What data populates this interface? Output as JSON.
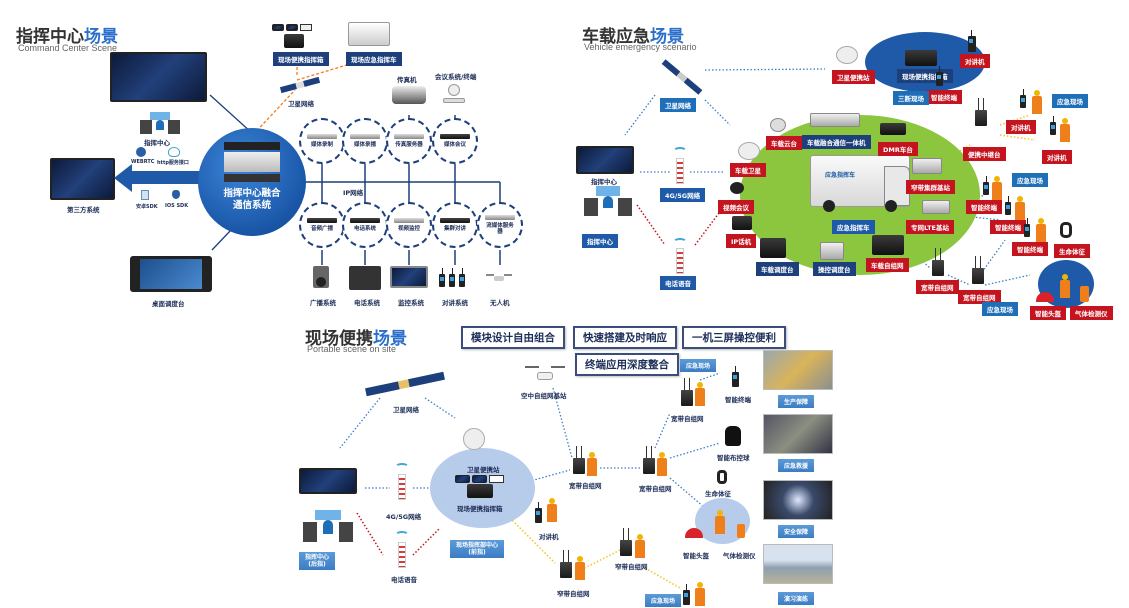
{
  "command_center": {
    "title_main": "指挥中心",
    "title_highlight": "场景",
    "subtitle": "Command Center Scene",
    "core_system": "指挥中心融合\n通信系统",
    "core_line1": "指挥中心融合",
    "core_line2": "通信系统",
    "labels": {
      "command_center": "指挥中心",
      "third_party": "第三方系统",
      "desktop_console": "桌面调度台",
      "satellite_network": "卫星网络",
      "ip_network": "IP网络",
      "fax": "传真机",
      "conference_terminal": "会议系统/终端"
    },
    "top_devices": [
      "现场便携指挥箱",
      "现场应急指挥车"
    ],
    "interfaces": [
      "WEBRTC",
      "http服务接口",
      "安卓SDK",
      "IOS SDK"
    ],
    "upper_modules": [
      "媒体录制",
      "媒体录播",
      "传真服务器",
      "媒体会议"
    ],
    "lower_modules": [
      "音频广播",
      "电话系统",
      "视频监控",
      "集群对讲",
      "流媒体\n服务器"
    ],
    "lower_modules_display": [
      "音频广播",
      "电话系统",
      "视频监控",
      "集群对讲",
      "流媒体服务器"
    ],
    "endpoints": [
      "广播系统",
      "电话系统",
      "监控系统",
      "对讲系统",
      "无人机"
    ]
  },
  "vehicle": {
    "title_main": "车载应急",
    "title_highlight": "场景",
    "subtitle": "Vehicle emergency scenario",
    "satellite_network": "卫星网络",
    "command_center_top": "指挥中心",
    "command_center_bottom": "指挥中心",
    "network_4g5g": "4G/5G网络",
    "phone_voice": "电话语音",
    "vehicle_name": "应急指挥车",
    "vehicle_parts": [
      "车载云台",
      "车载融合通信一体机",
      "DMR车台",
      "车载卫星",
      "视频会议",
      "IP话机",
      "车载调度台",
      "操控调度台",
      "车载自组网",
      "窄带集群基站",
      "专网LTE基站"
    ],
    "portable_site": {
      "satellite_station": "卫星便携站",
      "command_box": "现场便携指挥箱",
      "walkie_talkie": "对讲机",
      "smart_terminal": "智能终端",
      "site_label": "三断现场"
    },
    "right_nodes": {
      "relay": "便携中继台",
      "walkie_talkie_a": "对讲机",
      "walkie_talkie_b": "对讲机",
      "scene_a": "应急现场",
      "scene_b": "应急现场",
      "scene_c": "应急现场",
      "smart_terminals": [
        "智能终端",
        "智能终端",
        "智能终端"
      ],
      "broadband_mesh": [
        "宽带自组网",
        "宽带自组网"
      ],
      "vital_signs": "生命体征",
      "smart_helmet": "智能头盔",
      "gas_detector": "气体检测仪"
    }
  },
  "portable": {
    "title_main": "现场便携",
    "title_highlight": "场景",
    "subtitle": "Portable scene on site",
    "features": [
      "模块设计自由组合",
      "快速搭建及时响应",
      "一机三屏操控便利",
      "终端应用深度整合"
    ],
    "satellite_network": "卫星网络",
    "network_4g5g": "4G/5G网络",
    "phone_voice": "电话语音",
    "command_center": "指挥中心\n(后指)",
    "command_center_l1": "指挥中心",
    "command_center_l2": "(后指)",
    "site_center_l1": "现场指挥部中心",
    "site_center_l2": "(前指)",
    "satellite_station": "卫星便携站",
    "command_box": "现场便携指挥箱",
    "walkie_talkie": "对讲机",
    "aerial_mesh": "空中自组网基站",
    "broadband_mesh": [
      "宽带自组网",
      "宽带自组网",
      "宽带自组网"
    ],
    "narrowband_mesh": [
      "窄带自组网",
      "窄带自组网"
    ],
    "scene_top": "应急现场",
    "scene_bottom": "应急现场",
    "smart_terminal": "智能终端",
    "smart_camera": "智能布控球",
    "vital_signs": "生命体征",
    "smart_helmet": "智能头盔",
    "gas_detector": "气体检测仪",
    "photo_captions": [
      "生产保障",
      "应急救援",
      "安全保障",
      "演习演练"
    ]
  },
  "colors": {
    "navy": "#1d3f7c",
    "red": "#c4141f",
    "blue_highlight": "#2a6fc9",
    "green_zone": "#8cc63f",
    "orange_link": "#ef7f1a",
    "yellow_link": "#f5c518"
  }
}
